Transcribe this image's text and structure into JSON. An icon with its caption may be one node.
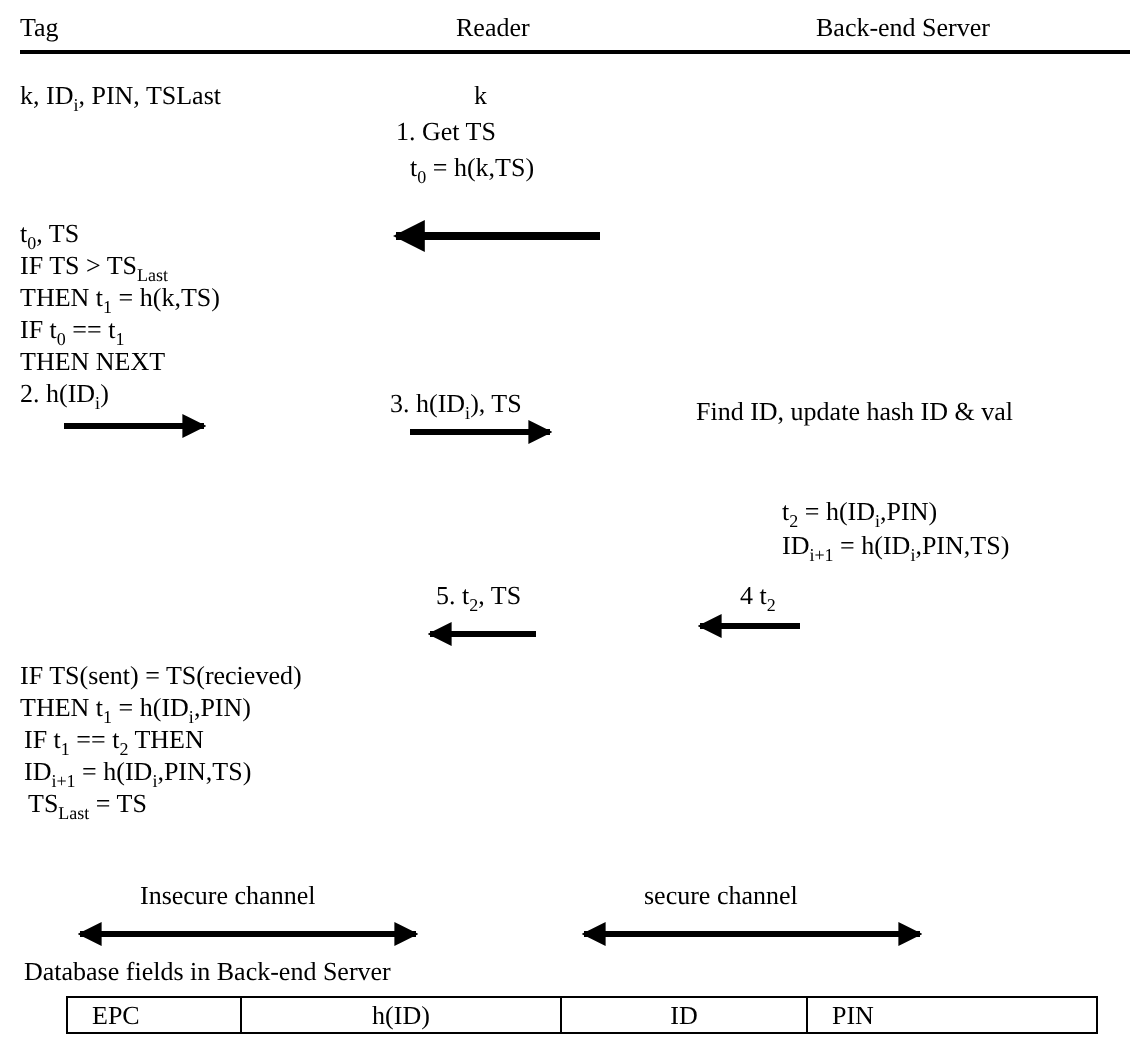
{
  "diagram": {
    "labels": [
      "Tag",
      "Reader",
      "Back-end Server",
      "k, ID$_{i}$, PIN, TSLast",
      "k",
      "1. Get TS",
      "t$_{0}$ = h(k,TS)",
      "t$_{0}$, TS",
      "IF TS > TS$_{Last}$",
      "THEN t$_{1}$ = h(k,TS)",
      "IF t$_{0}$ == t$_{1}$",
      "THEN NEXT",
      "2. h(ID$_{i}$)",
      "3. h(ID$_{i}$), TS",
      "Find ID, update hash ID & val",
      "t$_{2}$ = h(ID$_{i}$,PIN)",
      "ID$_{i+1}$ = h(ID$_{i}$,PIN,TS)",
      "5. t$_{2}$, TS",
      "4 t$_{2}$",
      "IF TS(sent) = TS(recieved)",
      "THEN t$_{1}$ = h(ID$_{i}$,PIN)",
      "IF t$_{1}$ == t$_{2}$ THEN",
      "ID$_{i+1}$ = h(ID$_{i}$,PIN,TS)",
      "TS$_{Last}$ = TS",
      "Insecure channel",
      "secure channel",
      "Database fields in Back-end Server",
      "EPC",
      "h(ID)",
      "ID",
      "PIN"
    ]
  }
}
